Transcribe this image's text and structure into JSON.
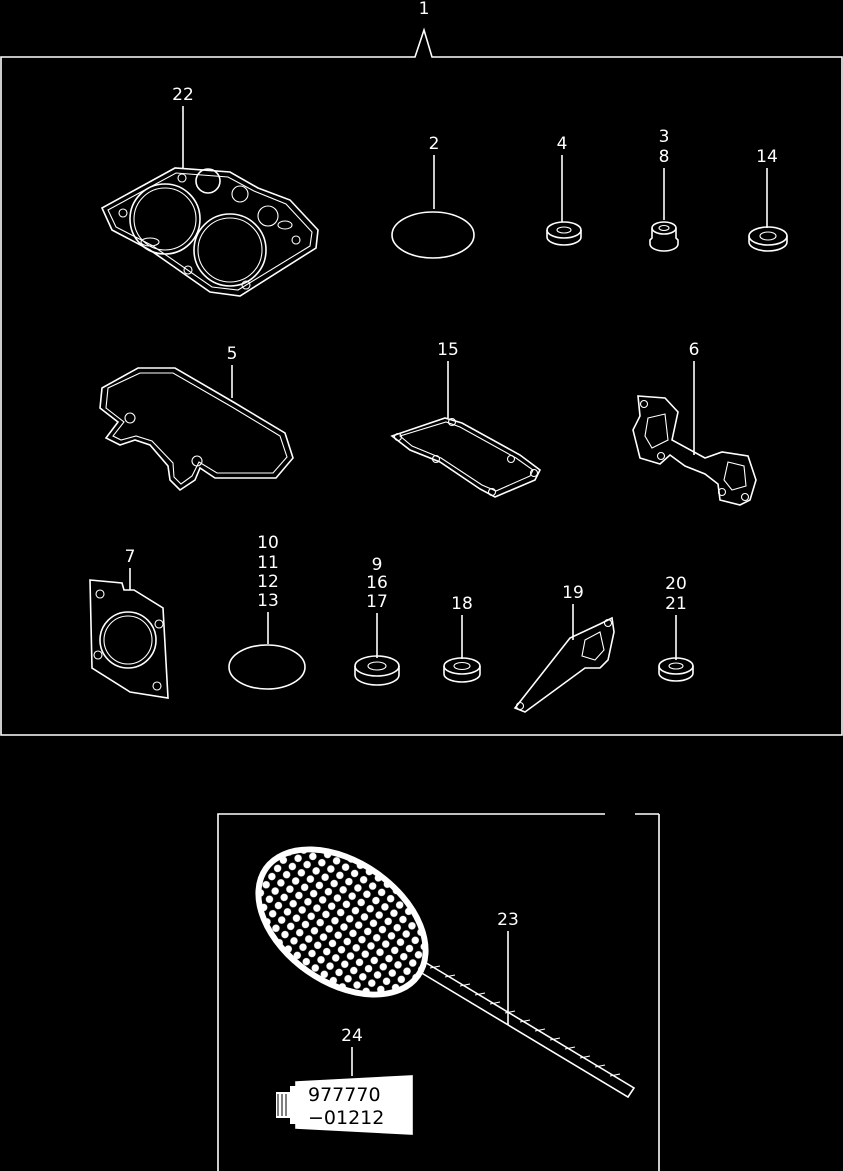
{
  "labels": {
    "kit": "1",
    "head_gasket": "22",
    "o_ring_a": "2",
    "seal_a": "4",
    "seal_b_1": "3",
    "seal_b_2": "8",
    "washer_a": "14",
    "cover_gasket": "5",
    "rocker_gasket": "15",
    "manifold_gasket": "6",
    "flange_gasket": "7",
    "o_ring_b_1": "10",
    "o_ring_b_2": "11",
    "o_ring_b_3": "12",
    "o_ring_b_4": "13",
    "washer_b_1": "9",
    "washer_b_2": "16",
    "washer_b_3": "17",
    "washer_c": "18",
    "bracket_gasket": "19",
    "washer_d_1": "20",
    "washer_d_2": "21",
    "brush": "23",
    "sealant": "24"
  },
  "sealant_tube": {
    "line1": "977770",
    "line2": "−01212"
  }
}
